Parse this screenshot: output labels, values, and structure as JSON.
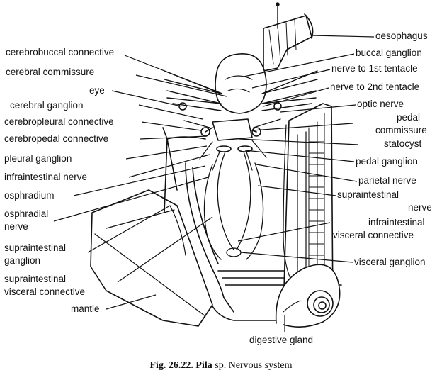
{
  "figure": {
    "caption_fig": "Fig. 26.22.",
    "caption_genus": "Pila",
    "caption_rest": "sp. Nervous system"
  },
  "labels_left": [
    "cerebrobuccal connective",
    "cerebral commissure",
    "eye",
    "cerebral ganglion",
    "cerebropleural connective",
    "cerebropedal connective",
    "pleural ganglion",
    "infraintestinal nerve",
    "osphradium",
    "osphradial",
    "nerve",
    "supraintestinal",
    "ganglion",
    "supraintestinal",
    "visceral connective",
    "mantle"
  ],
  "labels_right": [
    "oesophagus",
    "buccal ganglion",
    "nerve to 1st tentacle",
    "nerve to 2nd tentacle",
    "optic nerve",
    "pedal",
    "commissure",
    "statocyst",
    "pedal ganglion",
    "parietal nerve",
    "supraintestinal",
    "nerve",
    "infraintestinal",
    "visceral connective",
    "visceral ganglion"
  ],
  "labels_bottom": [
    "digestive gland"
  ]
}
